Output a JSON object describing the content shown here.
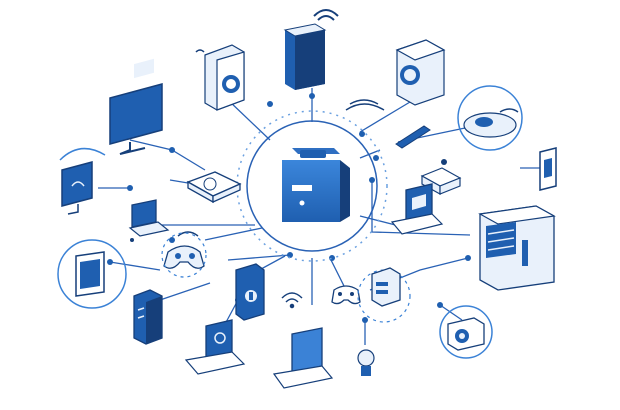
{
  "diagram": {
    "description_visible_text": "",
    "colors": {
      "primary": "#1f5fb0",
      "dark": "#163f7a",
      "light": "#e9f1fb",
      "accent": "#3b82d6",
      "line": "#2a62b5"
    },
    "hub": {
      "icon": "briefcase-icon"
    },
    "devices": [
      {
        "name": "wireless-server-tower-icon"
      },
      {
        "name": "washing-machine-icon-left"
      },
      {
        "name": "washing-machine-icon-right"
      },
      {
        "name": "desktop-monitor-icon"
      },
      {
        "name": "smart-speaker-puck-icon"
      },
      {
        "name": "tv-monitor-icon"
      },
      {
        "name": "router-icon"
      },
      {
        "name": "usb-stick-icon"
      },
      {
        "name": "mobile-phone-icon"
      },
      {
        "name": "projector-icon"
      },
      {
        "name": "small-laptop-icon"
      },
      {
        "name": "laptop-icon-right"
      },
      {
        "name": "gamepad-icon-left"
      },
      {
        "name": "tablet-icon"
      },
      {
        "name": "server-rack-icon"
      },
      {
        "name": "smart-plug-icon"
      },
      {
        "name": "gamepad-icon-center"
      },
      {
        "name": "hard-drive-icon"
      },
      {
        "name": "nas-tower-icon"
      },
      {
        "name": "laptop-icon-bottom-left"
      },
      {
        "name": "laptop-icon-bottom-center"
      },
      {
        "name": "light-bulb-icon"
      },
      {
        "name": "camera-icon"
      }
    ]
  }
}
